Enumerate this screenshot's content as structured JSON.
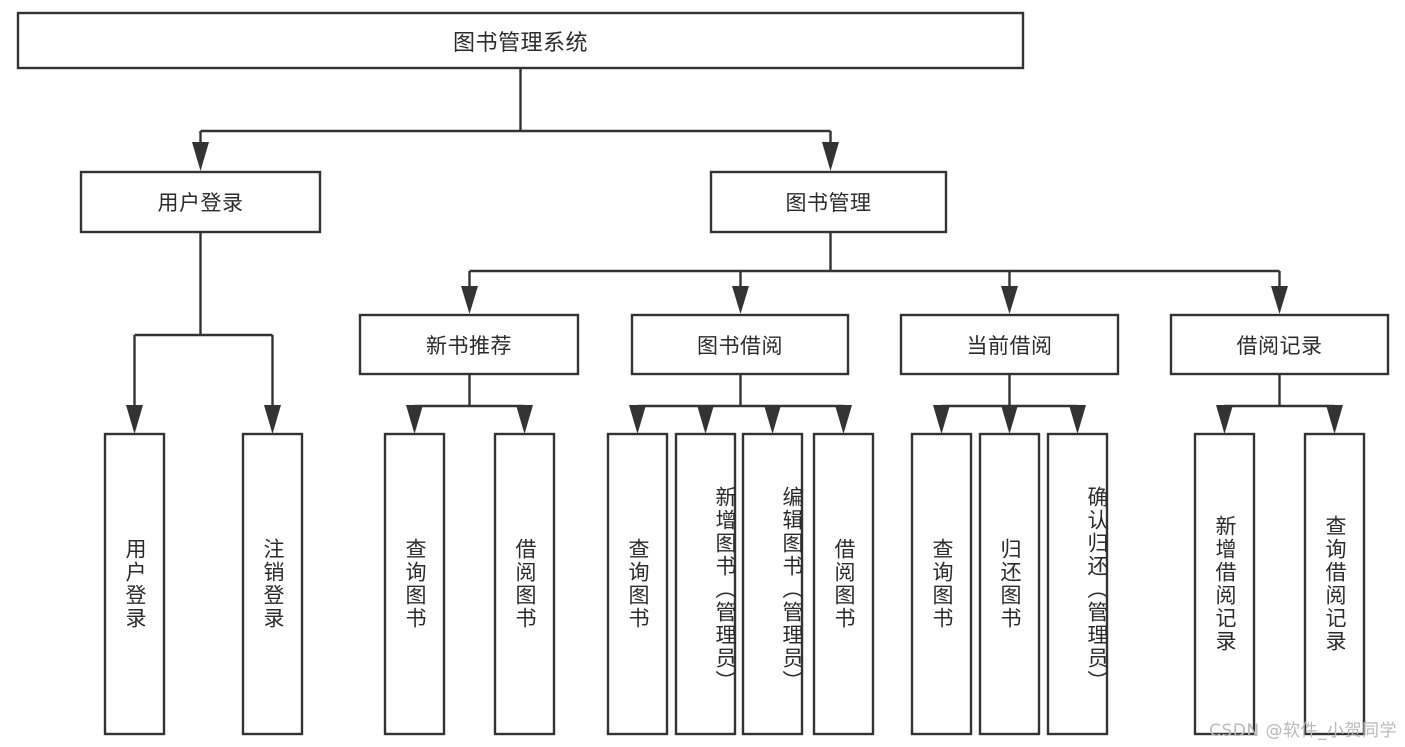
{
  "diagram": {
    "title": "图书管理系统",
    "type": "tree-hierarchy",
    "watermark": "CSDN @软件_小贺同学",
    "levels": {
      "root": {
        "label": "图书管理系统"
      },
      "level2": [
        {
          "id": "user-login",
          "label": "用户登录"
        },
        {
          "id": "book-management",
          "label": "图书管理"
        }
      ],
      "level3": [
        {
          "id": "new-book-recommend",
          "label": "新书推荐",
          "parent": "book-management"
        },
        {
          "id": "book-borrow",
          "label": "图书借阅",
          "parent": "book-management"
        },
        {
          "id": "current-borrow",
          "label": "当前借阅",
          "parent": "book-management"
        },
        {
          "id": "borrow-record",
          "label": "借阅记录",
          "parent": "book-management"
        }
      ],
      "leaves": [
        {
          "id": "leaf-user-login",
          "label": "用户登录",
          "parent": "user-login"
        },
        {
          "id": "leaf-logout-login",
          "label": "注销登录",
          "parent": "user-login"
        },
        {
          "id": "leaf-query-book-1",
          "label": "查询图书",
          "parent": "new-book-recommend"
        },
        {
          "id": "leaf-borrow-book-1",
          "label": "借阅图书",
          "parent": "new-book-recommend"
        },
        {
          "id": "leaf-query-book-2",
          "label": "查询图书",
          "parent": "book-borrow"
        },
        {
          "id": "leaf-add-book",
          "label": "新增图书（管理员）",
          "parent": "book-borrow"
        },
        {
          "id": "leaf-edit-book",
          "label": "编辑图书（管理员）",
          "parent": "book-borrow"
        },
        {
          "id": "leaf-borrow-book-2",
          "label": "借阅图书",
          "parent": "book-borrow"
        },
        {
          "id": "leaf-query-book-3",
          "label": "查询图书",
          "parent": "current-borrow"
        },
        {
          "id": "leaf-return-book",
          "label": "归还图书",
          "parent": "current-borrow"
        },
        {
          "id": "leaf-confirm-return",
          "label": "确认归还（管理员）",
          "parent": "current-borrow"
        },
        {
          "id": "leaf-add-record",
          "label": "新增借阅记录",
          "parent": "borrow-record"
        },
        {
          "id": "leaf-query-record",
          "label": "查询借阅记录",
          "parent": "borrow-record"
        }
      ]
    },
    "colors": {
      "box_stroke": "#333333",
      "box_fill": "#ffffff",
      "text": "#2b2b2b",
      "background": "#ffffff",
      "watermark": "#b9b9b9"
    }
  }
}
